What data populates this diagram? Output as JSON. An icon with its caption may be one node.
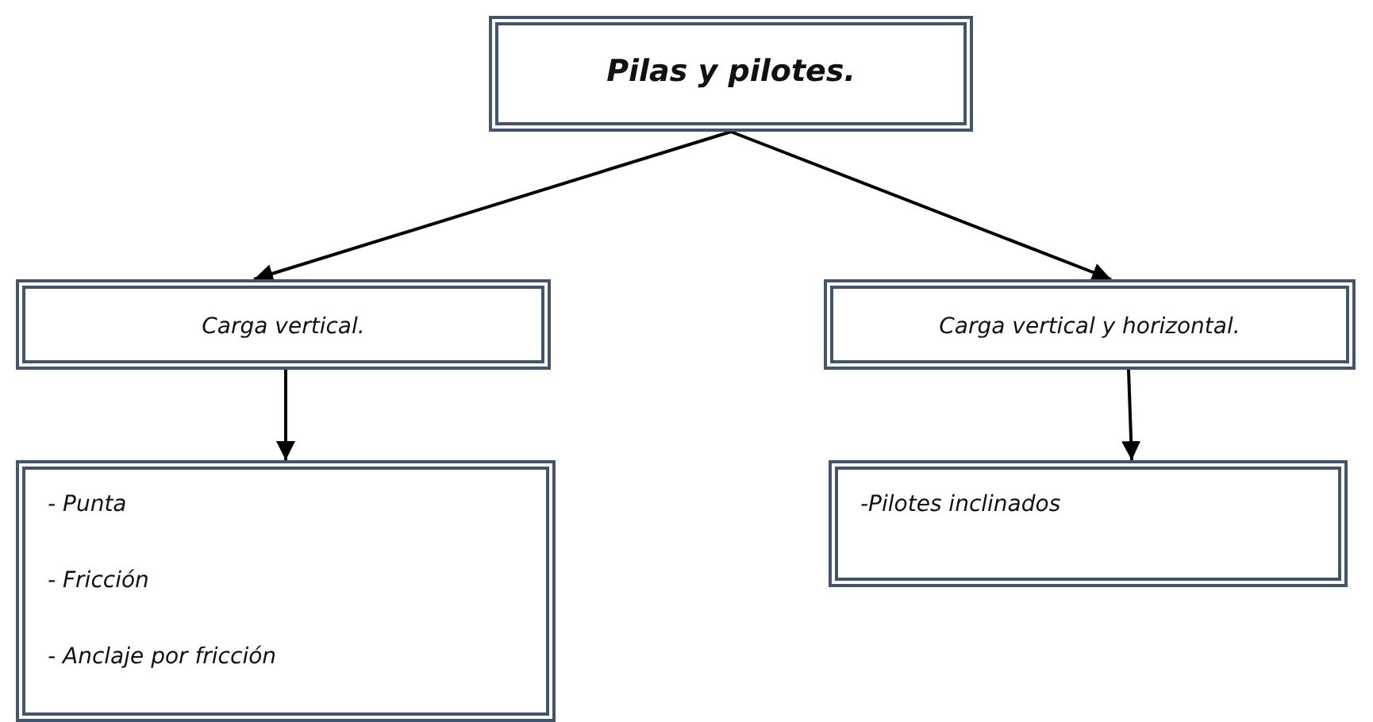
{
  "diagram": {
    "nodes": [
      {
        "text": [
          "Pilas y pilotes."
        ]
      },
      {
        "text": [
          "Carga vertical."
        ]
      },
      {
        "text": [
          "Carga vertical y horizontal."
        ]
      },
      {
        "text": [
          "- Punta",
          "- Fricción",
          "- Anclaje por fricción"
        ]
      },
      {
        "text": [
          "-Pilotes inclinados"
        ]
      }
    ],
    "edges": [
      {
        "from": 0,
        "to": 1,
        "arrow": "to"
      },
      {
        "from": 0,
        "to": 2,
        "arrow": "to"
      },
      {
        "from": 1,
        "to": 3,
        "arrow": "to"
      },
      {
        "from": 2,
        "to": 4,
        "arrow": "to"
      }
    ]
  }
}
